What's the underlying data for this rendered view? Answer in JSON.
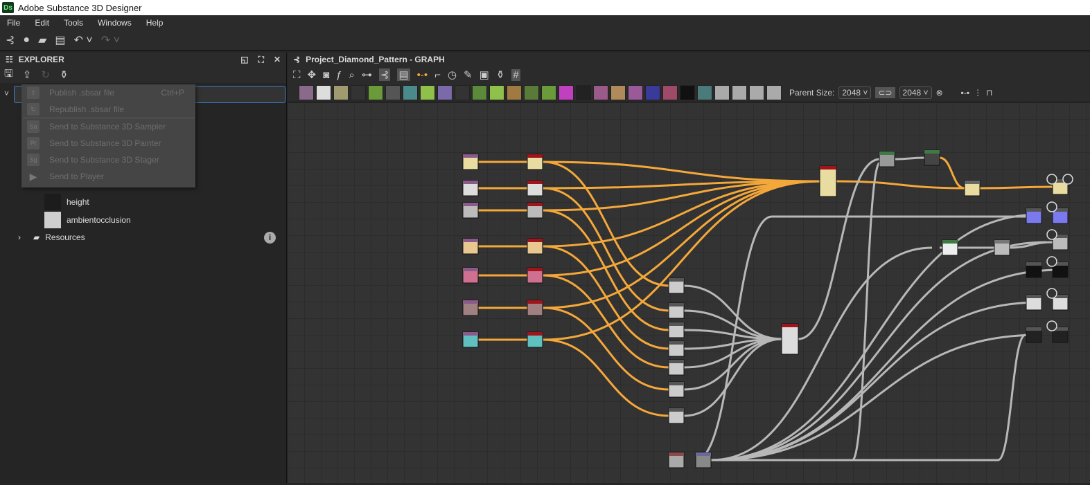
{
  "app": {
    "title": "Adobe Substance 3D Designer",
    "logo": "Ds"
  },
  "menu": [
    "File",
    "Edit",
    "Tools",
    "Windows",
    "Help"
  ],
  "explorer": {
    "title": "EXPLORER",
    "items": [
      {
        "label": "height",
        "color": "#1c1c1c"
      },
      {
        "label": "ambientocclusion",
        "color": "#cfcfcf"
      }
    ],
    "resources": "Resources"
  },
  "publish_menu": [
    {
      "label": "Publish .sbsar file",
      "shortcut": "Ctrl+P",
      "icon": "⇪"
    },
    {
      "label": "Republish .sbsar file",
      "shortcut": "",
      "icon": "↻"
    },
    {
      "label": "Send to Substance 3D Sampler",
      "shortcut": "",
      "icon": "Sa"
    },
    {
      "label": "Send to Substance 3D Painter",
      "shortcut": "",
      "icon": "Pt"
    },
    {
      "label": "Send to Substance 3D Stager",
      "shortcut": "",
      "icon": "Sg"
    },
    {
      "label": "Send to Player",
      "shortcut": "",
      "icon": "▶"
    }
  ],
  "graph": {
    "title": "Project_Diamond_Pattern - GRAPH",
    "parent_size_label": "Parent Size:",
    "width": "2048",
    "height": "2048"
  },
  "colors": {
    "wire_color": "#f5a83a",
    "wire_gray": "#b8b8b8",
    "node_red": "#a0141c",
    "node_green": "#3f7a45"
  }
}
